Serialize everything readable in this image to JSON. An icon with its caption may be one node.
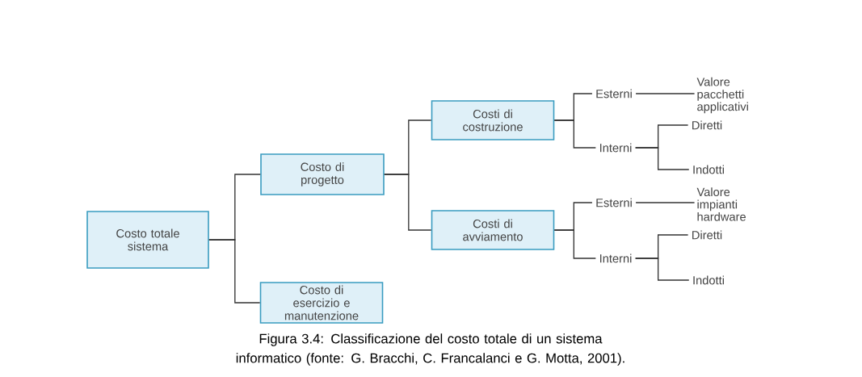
{
  "diagram": {
    "caption": "Figura 3.4: Classificazione del costo totale di un sistema informatico (fonte: G. Bracchi, C. Francalanci e G. Motta, 2001).",
    "nodes": [
      {
        "text": [
          "Costo totale sistema"
        ]
      },
      {
        "text": [
          "Costo di progetto"
        ]
      },
      {
        "text": [
          "Costo di esercizio e manutenzione"
        ]
      },
      {
        "text": [
          "Costi di costruzione"
        ]
      },
      {
        "text": [
          "Costi di avviamento"
        ]
      },
      {
        "text": [
          "Esterni"
        ]
      },
      {
        "text": [
          "Valore pacchetti applicativi"
        ]
      },
      {
        "text": [
          "Interni"
        ]
      },
      {
        "text": [
          "Diretti"
        ]
      },
      {
        "text": [
          "Indotti"
        ]
      },
      {
        "text": [
          "Esterni"
        ]
      },
      {
        "text": [
          "Valore impianti hardware"
        ]
      },
      {
        "text": [
          "Interni"
        ]
      },
      {
        "text": [
          "Diretti"
        ]
      },
      {
        "text": [
          "Indotti"
        ]
      }
    ],
    "edges": [
      {
        "from": 0,
        "to": 1,
        "arrow": "none"
      },
      {
        "from": 0,
        "to": 2,
        "arrow": "none"
      },
      {
        "from": 1,
        "to": 3,
        "arrow": "none"
      },
      {
        "from": 1,
        "to": 4,
        "arrow": "none"
      },
      {
        "from": 3,
        "to": 5,
        "arrow": "none"
      },
      {
        "from": 3,
        "to": 7,
        "arrow": "none"
      },
      {
        "from": 5,
        "to": 6,
        "arrow": "none"
      },
      {
        "from": 7,
        "to": 8,
        "arrow": "none"
      },
      {
        "from": 7,
        "to": 9,
        "arrow": "none"
      },
      {
        "from": 4,
        "to": 10,
        "arrow": "none"
      },
      {
        "from": 4,
        "to": 12,
        "arrow": "none"
      },
      {
        "from": 10,
        "to": 11,
        "arrow": "none"
      },
      {
        "from": 12,
        "to": 13,
        "arrow": "none"
      },
      {
        "from": 12,
        "to": 14,
        "arrow": "none"
      }
    ]
  }
}
